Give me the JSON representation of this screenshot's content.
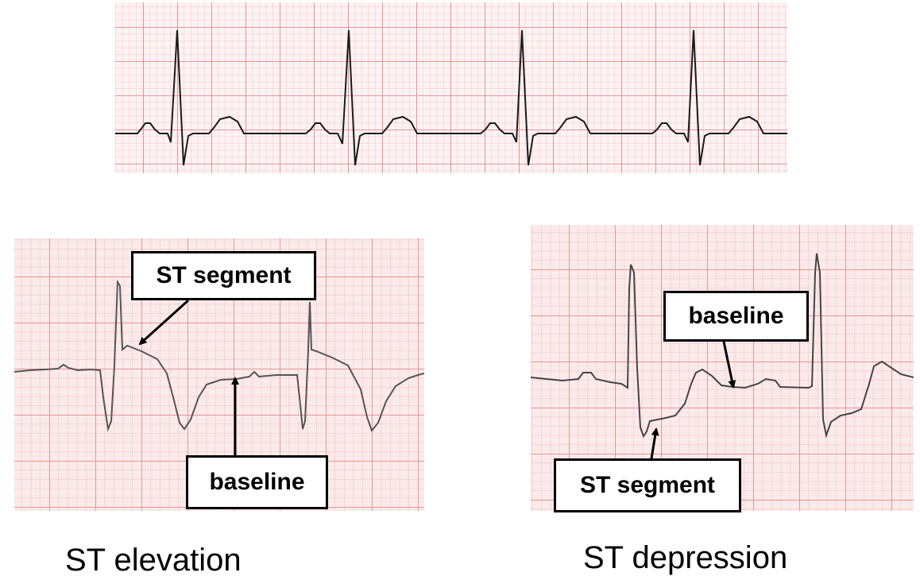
{
  "panels": {
    "normal": {},
    "elevation": {
      "caption": "ST elevation",
      "st_label": "ST segment",
      "baseline_label": "baseline"
    },
    "depression": {
      "caption": "ST depression",
      "st_label": "ST segment",
      "baseline_label": "baseline"
    }
  },
  "colors": {
    "grid_minor": "#f3b4b4",
    "grid_major": "#e07b7b",
    "paper": "#fbeaea",
    "trace": "#1a1a1a"
  }
}
